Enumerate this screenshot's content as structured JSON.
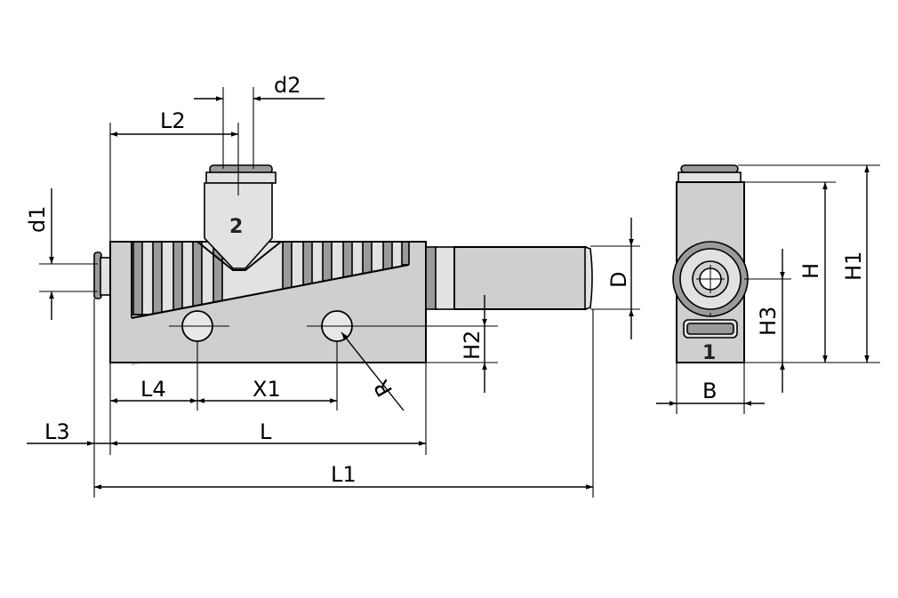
{
  "dimensions": {
    "d1": "d1",
    "d2": "d2",
    "L2": "L2",
    "D": "D",
    "H2": "H2",
    "R": "R",
    "L4": "L4",
    "X1": "X1",
    "L": "L",
    "L3": "L3",
    "L1": "L1",
    "H": "H",
    "H1": "H1",
    "H3": "H3",
    "B": "B"
  },
  "ports": {
    "port_2": "2",
    "port_1": "1"
  },
  "colors": {
    "body_fill": "#cfcfcf",
    "shadow_fill": "#9a9a9a",
    "line": "#000000"
  }
}
